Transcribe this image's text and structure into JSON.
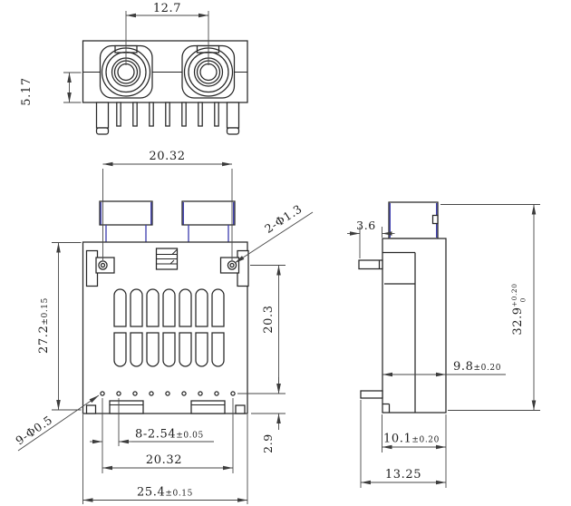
{
  "title": "dual-rca-jack-connector-dimension-drawing",
  "colors": {
    "background": "#ffffff",
    "object_line": "#262626",
    "dimension_line": "#474747",
    "accent_blue": "#3a3aae",
    "text": "#1e1e1e"
  },
  "counts": {
    "pins": 9,
    "thin_pins": 7,
    "vent_columns": 7,
    "vent_rows": 2,
    "bottom_holes": 9,
    "flange_holes": 2,
    "jacks": 2
  },
  "dims": {
    "jack_pitch": "12.7",
    "jack_center_height": "5.17",
    "flange_hole_span": "20.32",
    "flange_hole_note": "2-Φ1.3",
    "body_height": "27.2",
    "body_height_tol": "±0.15",
    "hole_drop_height": "20.3",
    "pin_pitch": "8-2.54",
    "pin_pitch_tol": "±0.05",
    "pin_span": "20.32",
    "pin_edge_height": "2.9",
    "body_width": "25.4",
    "body_width_tol": "±0.15",
    "pin_hole_note": "9-Φ0.5",
    "pin_protrusion": "3.6",
    "overall_height": "32.9",
    "overall_height_tol_upper": "+0.20",
    "overall_height_tol_lower": "0",
    "upper_depth": "9.8",
    "upper_depth_tol": "±0.20",
    "base_depth": "10.1",
    "base_depth_tol": "±0.20",
    "overall_depth": "13.25"
  }
}
